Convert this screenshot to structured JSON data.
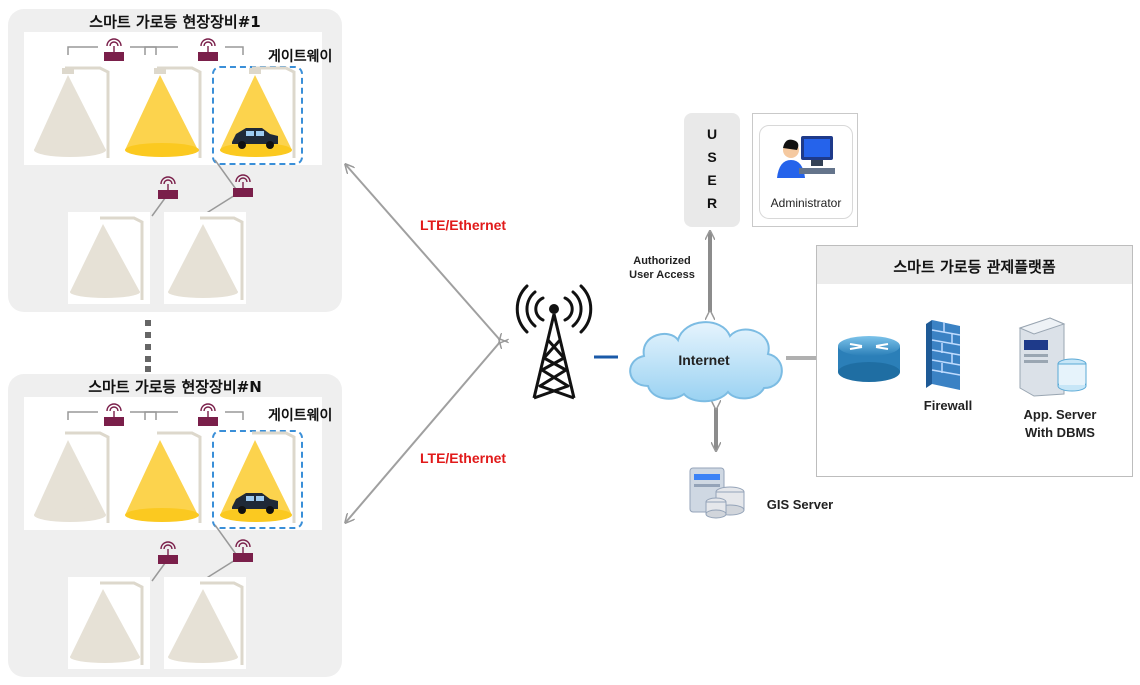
{
  "sites": [
    {
      "title": "스마트 가로등 현장장비#1",
      "gateway_label": "게이트웨이"
    },
    {
      "title": "스마트 가로등 현장장비#N",
      "gateway_label": "게이트웨이"
    }
  ],
  "links": {
    "upper": "LTE/Ethernet",
    "lower": "LTE/Ethernet"
  },
  "user": {
    "letters": [
      "U",
      "S",
      "E",
      "R"
    ],
    "access_label_line1": "Authorized",
    "access_label_line2": "User Access",
    "admin_label": "Administrator"
  },
  "internet_label": "Internet",
  "gis_label": "GIS Server",
  "platform": {
    "title": "스마트 가로등 관제플랫폼",
    "firewall_label": "Firewall",
    "server_label_line1": "App. Server",
    "server_label_line2": "With DBMS"
  },
  "colors": {
    "lte_text": "#e11a1a",
    "gateway_dash": "#3a8fd8",
    "lit_cone": "#fcd34d",
    "unlit_cone": "#e6e1d6"
  }
}
